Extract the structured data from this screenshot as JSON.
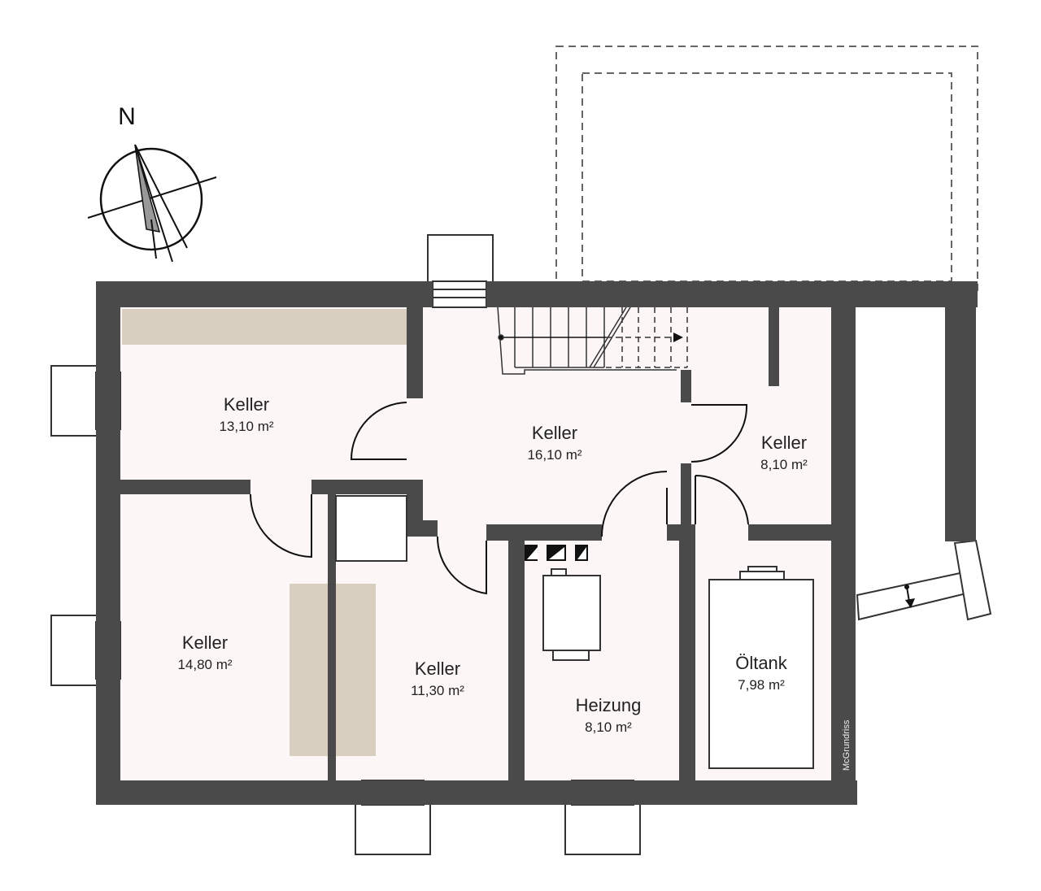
{
  "compass": {
    "label": "N"
  },
  "rooms": [
    {
      "name": "Keller",
      "area": "13,10 m²"
    },
    {
      "name": "Keller",
      "area": "16,10 m²"
    },
    {
      "name": "Keller",
      "area": "8,10 m²"
    },
    {
      "name": "Keller",
      "area": "14,80 m²"
    },
    {
      "name": "Keller",
      "area": "11,30 m²"
    },
    {
      "name": "Heizung",
      "area": "8,10 m²"
    },
    {
      "name": "Öltank",
      "area": "7,98 m²"
    }
  ],
  "watermark": "McGrundriss",
  "colors": {
    "wall": "#4a4a4a",
    "floor": "#fcf6f6",
    "furniture": "#d8cfc0"
  }
}
